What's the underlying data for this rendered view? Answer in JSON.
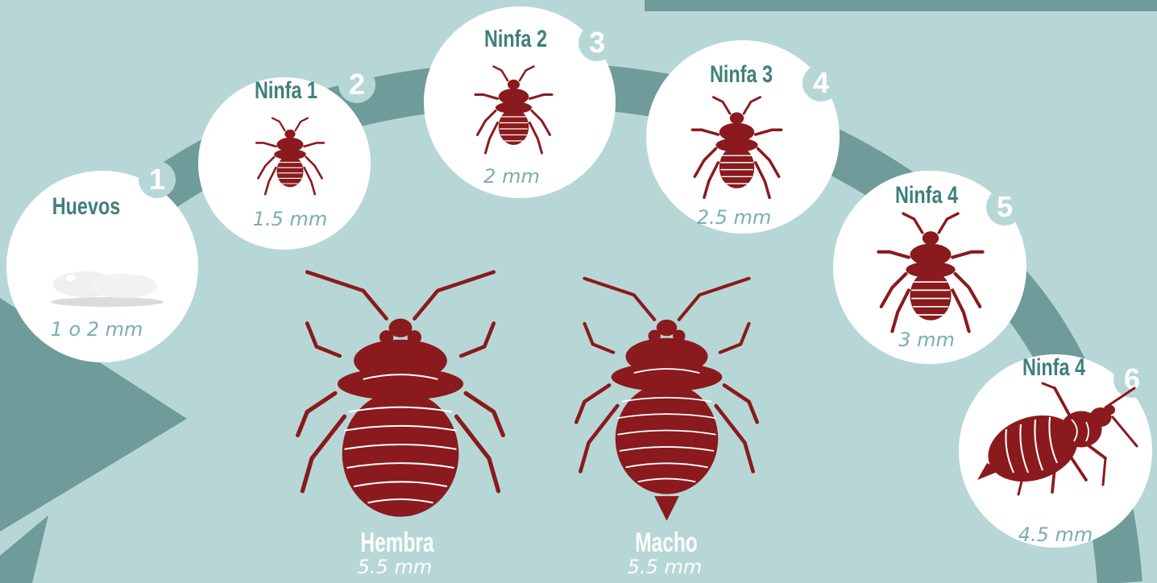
{
  "stages": [
    {
      "title": "Huevos",
      "number": "1",
      "size": "1 o 2 mm"
    },
    {
      "title": "Ninfa 1",
      "number": "2",
      "size": "1.5 mm"
    },
    {
      "title": "Ninfa 2",
      "number": "3",
      "size": "2 mm"
    },
    {
      "title": "Ninfa 3",
      "number": "4",
      "size": "2.5 mm"
    },
    {
      "title": "Ninfa 4",
      "number": "5",
      "size": "3 mm"
    },
    {
      "title": "Ninfa 4",
      "number": "6",
      "size": "4.5 mm"
    }
  ],
  "adults": [
    {
      "name": "Hembra",
      "size": "5.5 mm"
    },
    {
      "name": "Macho",
      "size": "5.5 mm"
    }
  ],
  "colors": {
    "background": "#b7d7d6",
    "ring": "#6f9b9b",
    "bug": "#8a1a1d",
    "title": "#3f7f7c",
    "size_text": "#7aaeb0"
  }
}
